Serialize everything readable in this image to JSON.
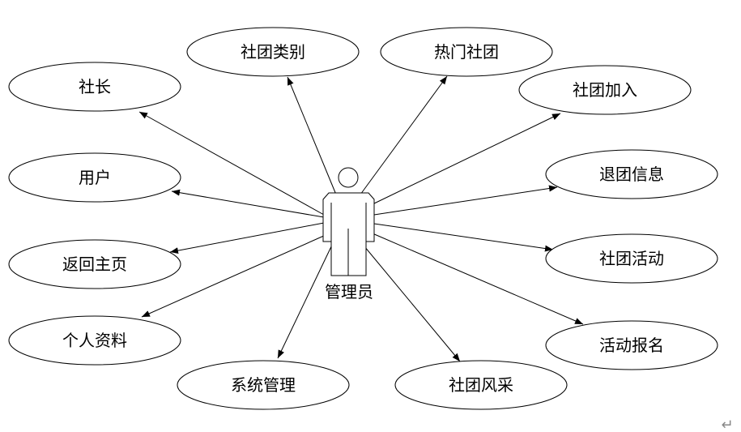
{
  "actor": {
    "label": "管理员"
  },
  "use_cases": {
    "shezhang": "社长",
    "yonghu": "用户",
    "fanhui": "返回主页",
    "geren": "个人资料",
    "xitong": "系统管理",
    "leibie": "社团类别",
    "remen": "热门社团",
    "jiaru": "社团加入",
    "tuituan": "退团信息",
    "huodong": "社团活动",
    "baoming": "活动报名",
    "fengcai": "社团风采"
  },
  "paragraph_mark": "↵"
}
